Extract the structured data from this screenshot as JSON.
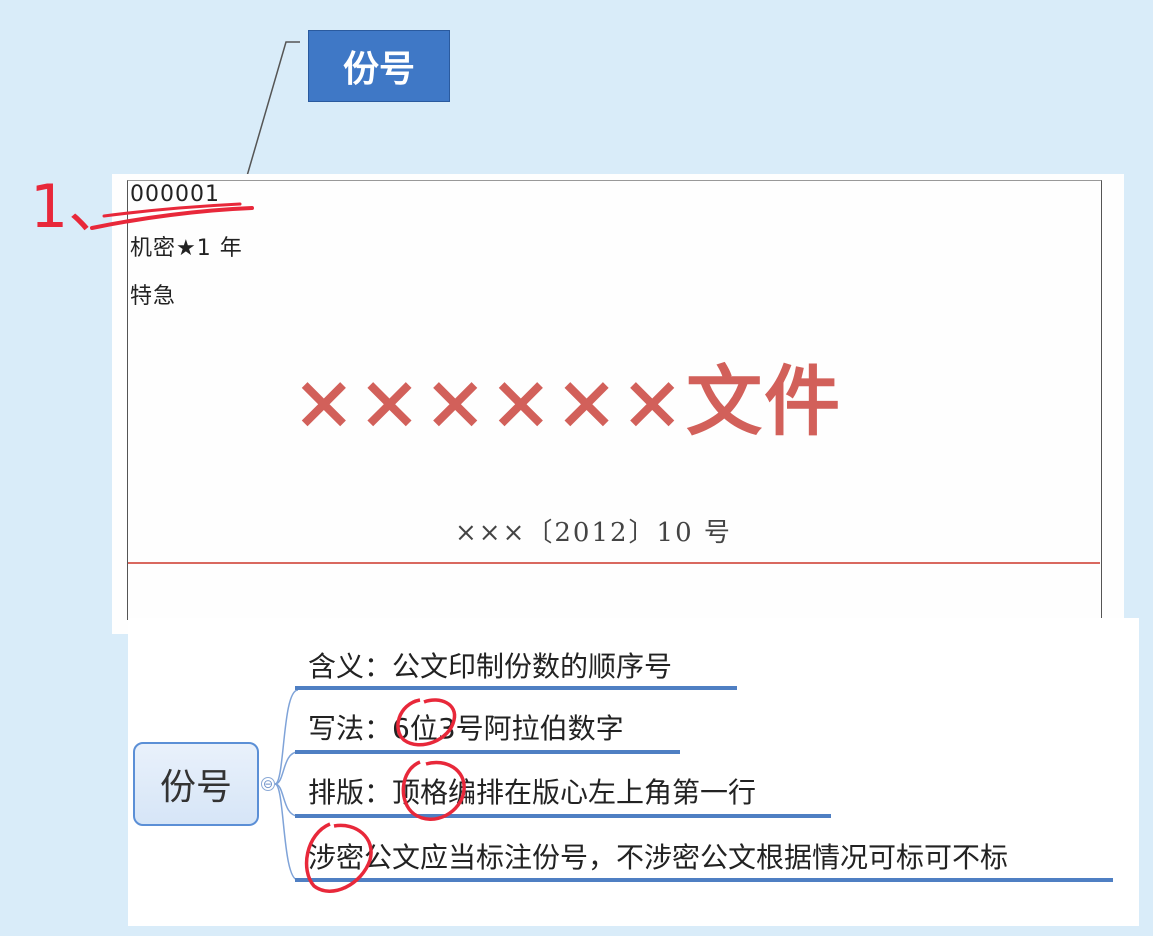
{
  "callout": {
    "label": "份号"
  },
  "handwritten": {
    "marker": "1、"
  },
  "document": {
    "serial_number": "000001",
    "secrecy": "机密★1 年",
    "urgency": "特急",
    "title": "××××××文件",
    "doc_number": "×××〔2012〕10 号"
  },
  "mindmap": {
    "root": "份号",
    "toggle": "⊖",
    "branches": [
      {
        "label": "含义：公文印制份数的顺序号"
      },
      {
        "label": "写法：6位3号阿拉伯数字"
      },
      {
        "label": "排版：顶格编排在版心左上角第一行"
      },
      {
        "label": "涉密公文应当标注份号，不涉密公文根据情况可标可不标"
      }
    ]
  },
  "colors": {
    "background": "#d9ecf9",
    "callout": "#3f78c6",
    "doc_red": "#d2605a",
    "annotation_red": "#e8283a",
    "branch_underline": "#4f7fc3"
  }
}
